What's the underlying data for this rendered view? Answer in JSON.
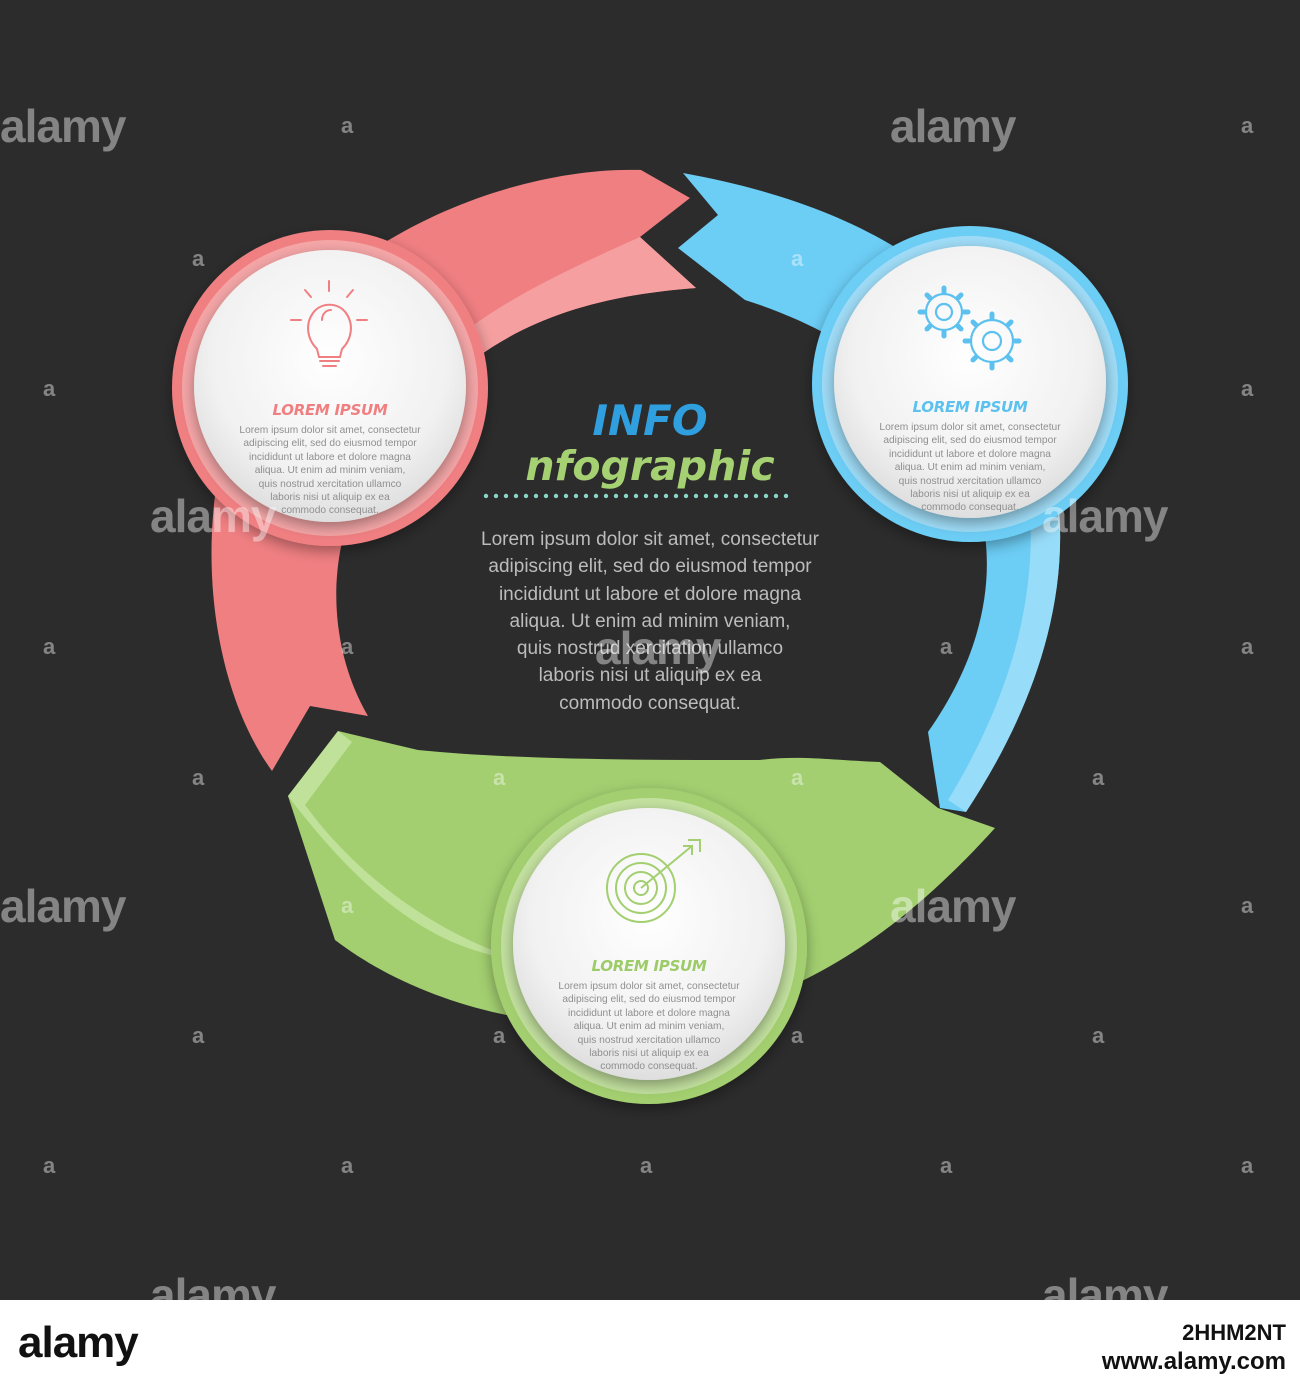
{
  "center": {
    "title": "INFO",
    "subtitle": "nfographic",
    "body_lines": [
      "Lorem ipsum dolor sit amet, consectetur",
      "adipiscing elit,  sed do eiusmod tempor",
      "incididunt ut labore et dolore magna",
      "aliqua. Ut enim ad minim veniam,",
      "quis nostrud xercitation ullamco",
      "laboris nisi ut aliquip ex ea",
      "commodo consequat."
    ]
  },
  "steps": [
    {
      "id": "red",
      "icon": "lightbulb-icon",
      "title": "LOREM IPSUM",
      "body_lines": [
        "Lorem ipsum dolor sit amet, consectetur",
        "adipiscing elit,  sed do eiusmod tempor",
        "incididunt ut labore et dolore magna",
        "aliqua. Ut enim ad minim veniam,",
        "quis nostrud xercitation ullamco",
        "laboris nisi ut aliquip ex ea",
        "commodo consequat."
      ]
    },
    {
      "id": "blue",
      "icon": "gears-icon",
      "title": "LOREM IPSUM",
      "body_lines": [
        "Lorem ipsum dolor sit amet, consectetur",
        "adipiscing elit,  sed do eiusmod tempor",
        "incididunt ut labore et dolore magna",
        "aliqua. Ut enim ad minim veniam,",
        "quis nostrud xercitation ullamco",
        "laboris nisi ut aliquip ex ea",
        "commodo consequat."
      ]
    },
    {
      "id": "green",
      "icon": "target-icon",
      "title": "LOREM IPSUM",
      "body_lines": [
        "Lorem ipsum dolor sit amet, consectetur",
        "adipiscing elit,  sed do eiusmod tempor",
        "incididunt ut labore et dolore magna",
        "aliqua. Ut enim ad minim veniam,",
        "quis nostrud xercitation ullamco",
        "laboris nisi ut aliquip ex ea",
        "commodo consequat."
      ]
    }
  ],
  "colors": {
    "background": "#2c2c2c",
    "red": "#f07f82",
    "red_light": "#f6a4a6",
    "blue": "#6ccdf5",
    "blue_light": "#a3e0fa",
    "green": "#a3cf70",
    "green_light": "#c6e4a0",
    "title_blue": "#2f9fe0",
    "title_green": "#a6d173",
    "dots": "#8ad4c8"
  },
  "watermark": {
    "text": "alamy",
    "letter": "a"
  },
  "footer": {
    "logo": "alamy",
    "image_id": "2HHM2NT",
    "site": "www.alamy.com"
  }
}
